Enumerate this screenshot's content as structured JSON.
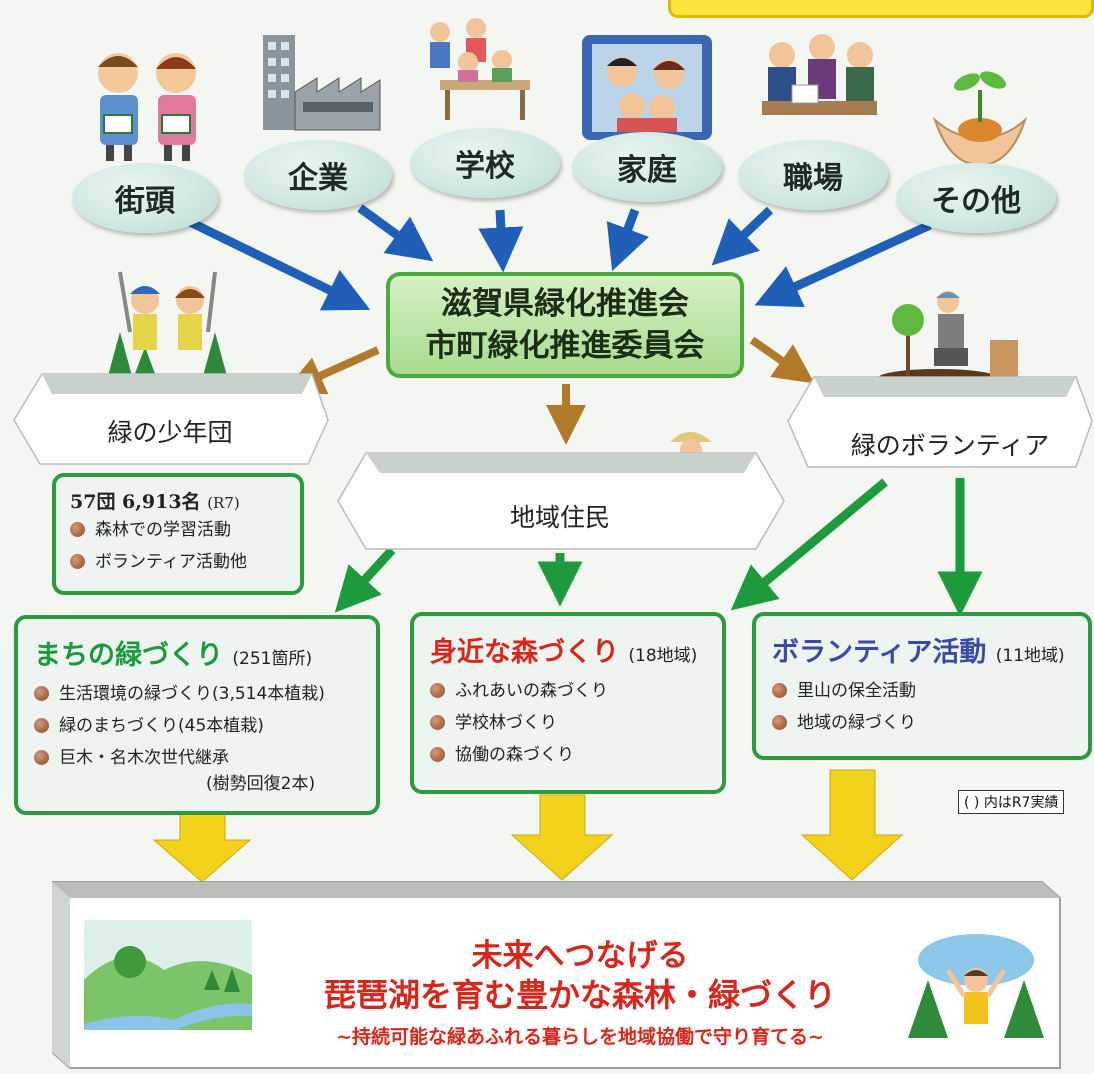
{
  "sources": [
    "街頭",
    "企業",
    "学校",
    "家庭",
    "職場",
    "その他"
  ],
  "center": {
    "line1": "滋賀県緑化推進会",
    "line2": "市町緑化推進委員会"
  },
  "groups": {
    "youth": "緑の少年団",
    "residents": "地域住民",
    "volunteers": "緑のボランティア"
  },
  "youth_stats": {
    "title": "57団 6,913名",
    "year": "(R7)",
    "items": [
      "森林での学習活動",
      "ボランティア活動他"
    ]
  },
  "activities": [
    {
      "title": "まちの緑づくり",
      "count": "(251箇所)",
      "title_color": "#1a9a3a",
      "items": [
        "生活環境の緑づくり(3,514本植栽)",
        "緑のまちづくり(45本植栽)",
        "巨木・名木次世代継承"
      ],
      "extra": "(樹勢回復2本)"
    },
    {
      "title": "身近な森づくり",
      "count": "(18地域)",
      "title_color": "#d7271c",
      "items": [
        "ふれあいの森づくり",
        "学校林づくり",
        "協働の森づくり"
      ]
    },
    {
      "title": "ボランティア活動",
      "count": "(11地域)",
      "title_color": "#3a4aa8",
      "items": [
        "里山の保全活動",
        "地域の緑づくり"
      ]
    }
  ],
  "note": "( ) 内はR7実績",
  "bottom": {
    "line1": "未来へつなげる",
    "line2": "琵琶湖を育む豊かな森林・緑づくり",
    "line3": "~持続可能な緑あふれる暮らしを地域協働で守り育てる~"
  },
  "colors": {
    "blue_arrow": "#1f5fb8",
    "brown_arrow": "#b07a2a",
    "green_arrow": "#1c9a3c",
    "yellow_arrow": "#f2d21a",
    "card_border": "#2d9a3f",
    "title_red": "#d7271c"
  }
}
